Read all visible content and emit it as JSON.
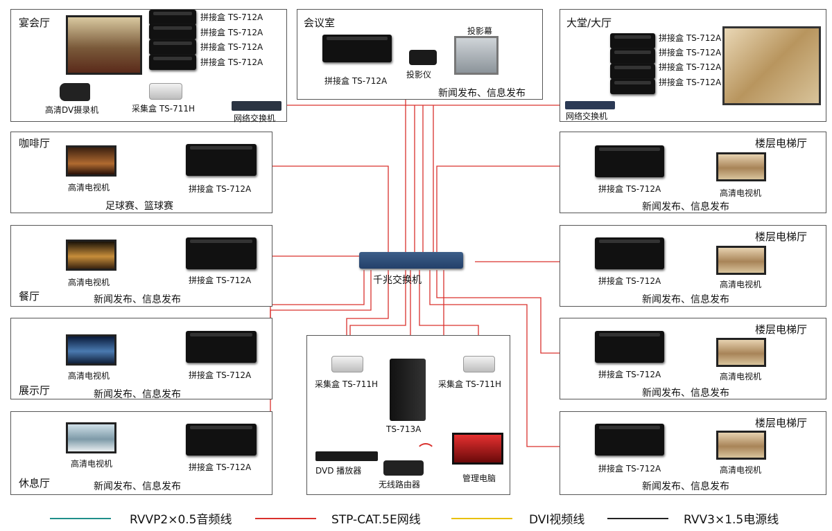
{
  "rooms": {
    "banquet": {
      "title": "宴会厅",
      "boxes": [
        "拼接盒 TS-712A",
        "拼接盒 TS-712A",
        "拼接盒 TS-712A",
        "拼接盒 TS-712A"
      ],
      "camera": "高清DV摄录机",
      "capture": "采集盒 TS-711H",
      "switch": "网络交换机"
    },
    "meeting": {
      "title": "会议室",
      "box": "拼接盒 TS-712A",
      "projector": "投影仪",
      "screen": "投影幕",
      "caption": "新闻发布、信息发布"
    },
    "lobby": {
      "title": "大堂/大厅",
      "boxes": [
        "拼接盒 TS-712A",
        "拼接盒 TS-712A",
        "拼接盒 TS-712A",
        "拼接盒 TS-712A"
      ],
      "switch": "网络交换机"
    },
    "cafe": {
      "title": "咖啡厅",
      "tv": "高清电视机",
      "box": "拼接盒 TS-712A",
      "caption": "足球赛、篮球赛"
    },
    "dining": {
      "title": "餐厅",
      "tv": "高清电视机",
      "box": "拼接盒 TS-712A",
      "caption": "新闻发布、信息发布"
    },
    "exhibit": {
      "title": "展示厅",
      "tv": "高清电视机",
      "box": "拼接盒 TS-712A",
      "caption": "新闻发布、信息发布"
    },
    "lounge": {
      "title": "休息厅",
      "tv": "高清电视机",
      "box": "拼接盒 TS-712A",
      "caption": "新闻发布、信息发布"
    },
    "elevator1": {
      "title": "楼层电梯厅",
      "tv": "高清电视机",
      "box": "拼接盒 TS-712A",
      "caption": "新闻发布、信息发布"
    },
    "elevator2": {
      "title": "楼层电梯厅",
      "tv": "高清电视机",
      "box": "拼接盒 TS-712A",
      "caption": "新闻发布、信息发布"
    },
    "elevator3": {
      "title": "楼层电梯厅",
      "tv": "高清电视机",
      "box": "拼接盒 TS-712A",
      "caption": "新闻发布、信息发布"
    },
    "elevator4": {
      "title": "楼层电梯厅",
      "tv": "高清电视机",
      "box": "拼接盒 TS-712A",
      "caption": "新闻发布、信息发布"
    }
  },
  "core": {
    "switch": "千兆交换机",
    "capture_left": "采集盒 TS-711H",
    "capture_right": "采集盒 TS-711H",
    "server": "TS-713A",
    "dvd": "DVD 播放器",
    "router": "无线路由器",
    "pc": "管理电脑"
  },
  "legend": [
    {
      "label": "RVVP2×0.5音频线",
      "color": "#1f8f8a"
    },
    {
      "label": "STP-CAT.5E网线",
      "color": "#d9302c"
    },
    {
      "label": "DVI视频线",
      "color": "#e8c000"
    },
    {
      "label": "RVV3×1.5电源线",
      "color": "#222222"
    }
  ],
  "colors": {
    "network": "#d9302c",
    "audio": "#1f8f8a",
    "video": "#e8c000"
  }
}
